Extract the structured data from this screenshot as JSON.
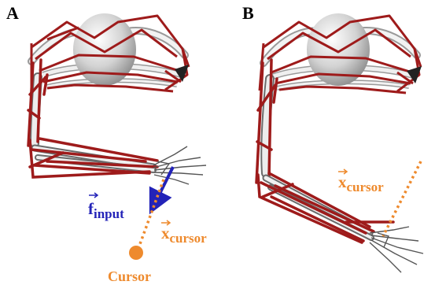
{
  "panels": [
    {
      "label": "A",
      "annotations": {
        "force_base": "f",
        "force_sub": "input",
        "cursor_base": "x",
        "cursor_sub": "cursor",
        "cursor_label": "Cursor"
      }
    },
    {
      "label": "B",
      "annotations": {
        "cursor_base": "x",
        "cursor_sub": "cursor"
      }
    }
  ],
  "colors": {
    "muscle": "#9e1b1b",
    "skull": "#cfcfcf",
    "bone": "#e6e6e6",
    "bone_edge": "#6b6b6b",
    "cursor": "#ee8a2d",
    "force": "#2323b8"
  }
}
